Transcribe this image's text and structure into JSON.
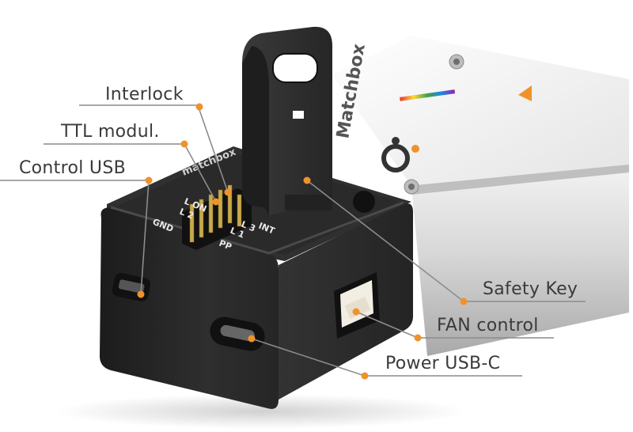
{
  "labels": {
    "interlock": "Interlock",
    "ttl_modul": "TTL modul.",
    "control_usb": "Control USB",
    "safety_key": "Safety Key",
    "fan_control": "FAN control",
    "power_usb_c": "Power USB-C"
  },
  "device": {
    "top_brand": "matchbox",
    "side_brand": "Matchbox",
    "side_logo": "io",
    "pins": [
      "GND",
      "L ON",
      "L 1",
      "L 2",
      "L 3",
      "PP",
      "INT"
    ]
  },
  "colors": {
    "accent_dot": "#f0922b",
    "leader_line": "#8c8c8c",
    "body_black": "#2b2b2b",
    "body_silver": "#d9d9d9"
  }
}
